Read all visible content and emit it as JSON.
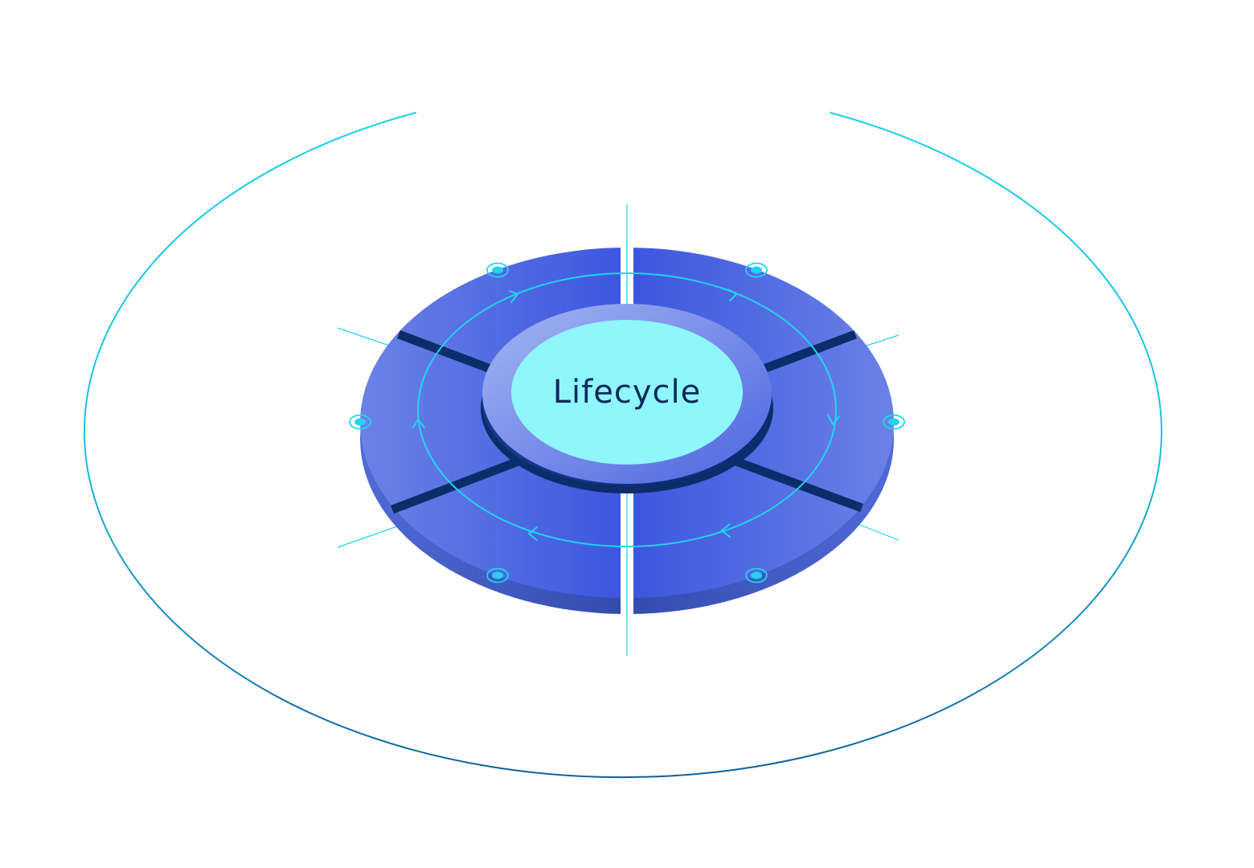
{
  "diagram": {
    "center_label": "Lifecycle",
    "segment_count": 6,
    "node_count": 6,
    "colors": {
      "background": "#ffffff",
      "segment_dark": "#0a2ad8",
      "segment_light": "#6b82e6",
      "segment_side": "#1e3a9a",
      "gap": "#0b2e6b",
      "hub_top": "#8fa6ee",
      "hub_center": "#8ff6fb",
      "accent_cyan": "#22d3ee",
      "outer_ring": "#19c8e6",
      "label": "#0c2a5c"
    }
  }
}
